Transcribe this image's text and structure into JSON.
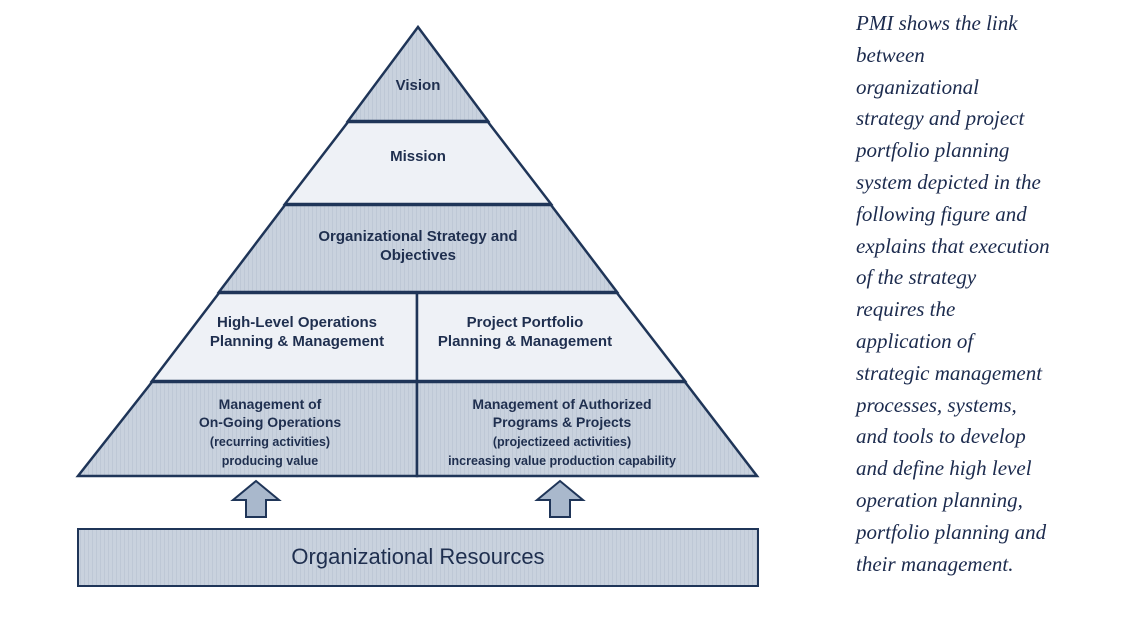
{
  "pyramid": {
    "vision": "Vision",
    "mission": "Mission",
    "strategy": [
      "Organizational Strategy and",
      "Objectives"
    ],
    "high_level_ops": [
      "High-Level Operations",
      "Planning & Management"
    ],
    "project_portfolio": [
      "Project Portfolio",
      "Planning & Management"
    ],
    "ongoing_ops": [
      "Management of",
      "On-Going Operations",
      "(recurring activities)",
      "producing value"
    ],
    "authorized_programs": [
      "Management of Authorized",
      "Programs & Projects",
      "(projectizeed activities)",
      "increasing value production capability"
    ]
  },
  "resources_label": "Organizational Resources",
  "arrow_icons": [
    "up-arrow-icon",
    "up-arrow-icon"
  ],
  "colors": {
    "outline": "#1f3558",
    "shaded": "#c9d2de",
    "light": "#eef1f6",
    "arrow_fill": "#a9b8cc",
    "text": "#1f2f4f"
  },
  "side_text": [
    "PMI shows the link",
    "between",
    "organizational",
    "strategy and project",
    "portfolio planning",
    "system depicted in the",
    "following figure and",
    "explains that execution",
    "of the strategy",
    "requires the",
    "application of",
    "strategic management",
    "processes, systems,",
    "and tools to develop",
    "and define high level",
    "operation planning,",
    "portfolio planning and",
    "their management."
  ]
}
